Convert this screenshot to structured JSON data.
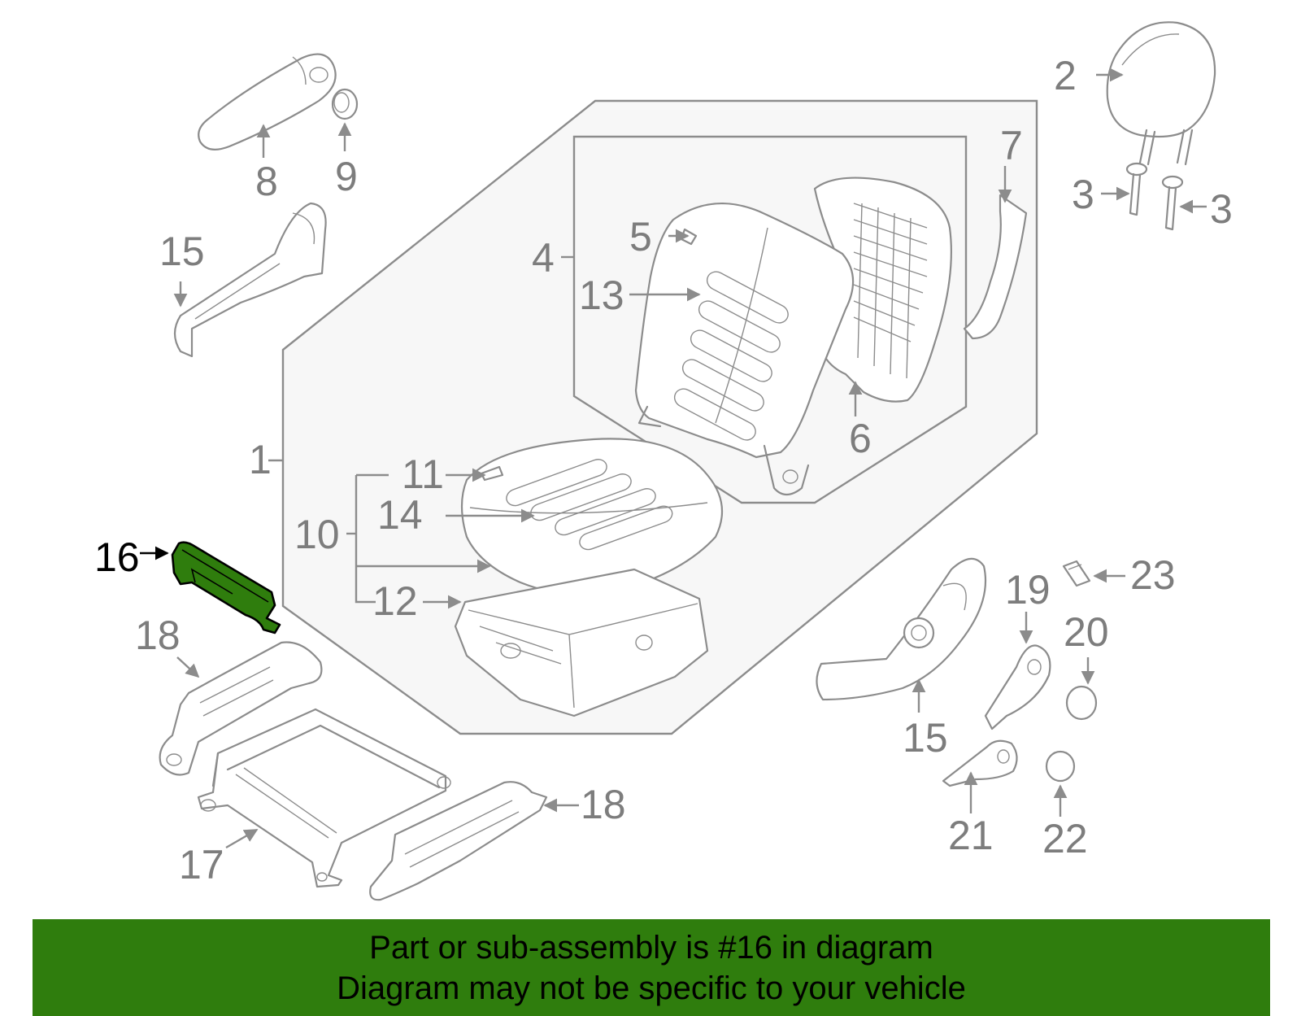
{
  "diagram": {
    "highlight_color": "#2f7d0d",
    "line_color": "#8c8c8c",
    "highlighted_part": "16",
    "callouts": {
      "c1": "1",
      "c2": "2",
      "c3a": "3",
      "c3b": "3",
      "c4": "4",
      "c5": "5",
      "c6": "6",
      "c7": "7",
      "c8": "8",
      "c9": "9",
      "c10": "10",
      "c11": "11",
      "c12": "12",
      "c13": "13",
      "c14": "14",
      "c15a": "15",
      "c15b": "15",
      "c16": "16",
      "c17": "17",
      "c18a": "18",
      "c18b": "18",
      "c19": "19",
      "c20": "20",
      "c21": "21",
      "c22": "22",
      "c23": "23"
    }
  },
  "banner": {
    "line1": "Part or sub-assembly is #16 in diagram",
    "line2": "Diagram may not be specific to your vehicle",
    "background": "#2f7d0d"
  }
}
